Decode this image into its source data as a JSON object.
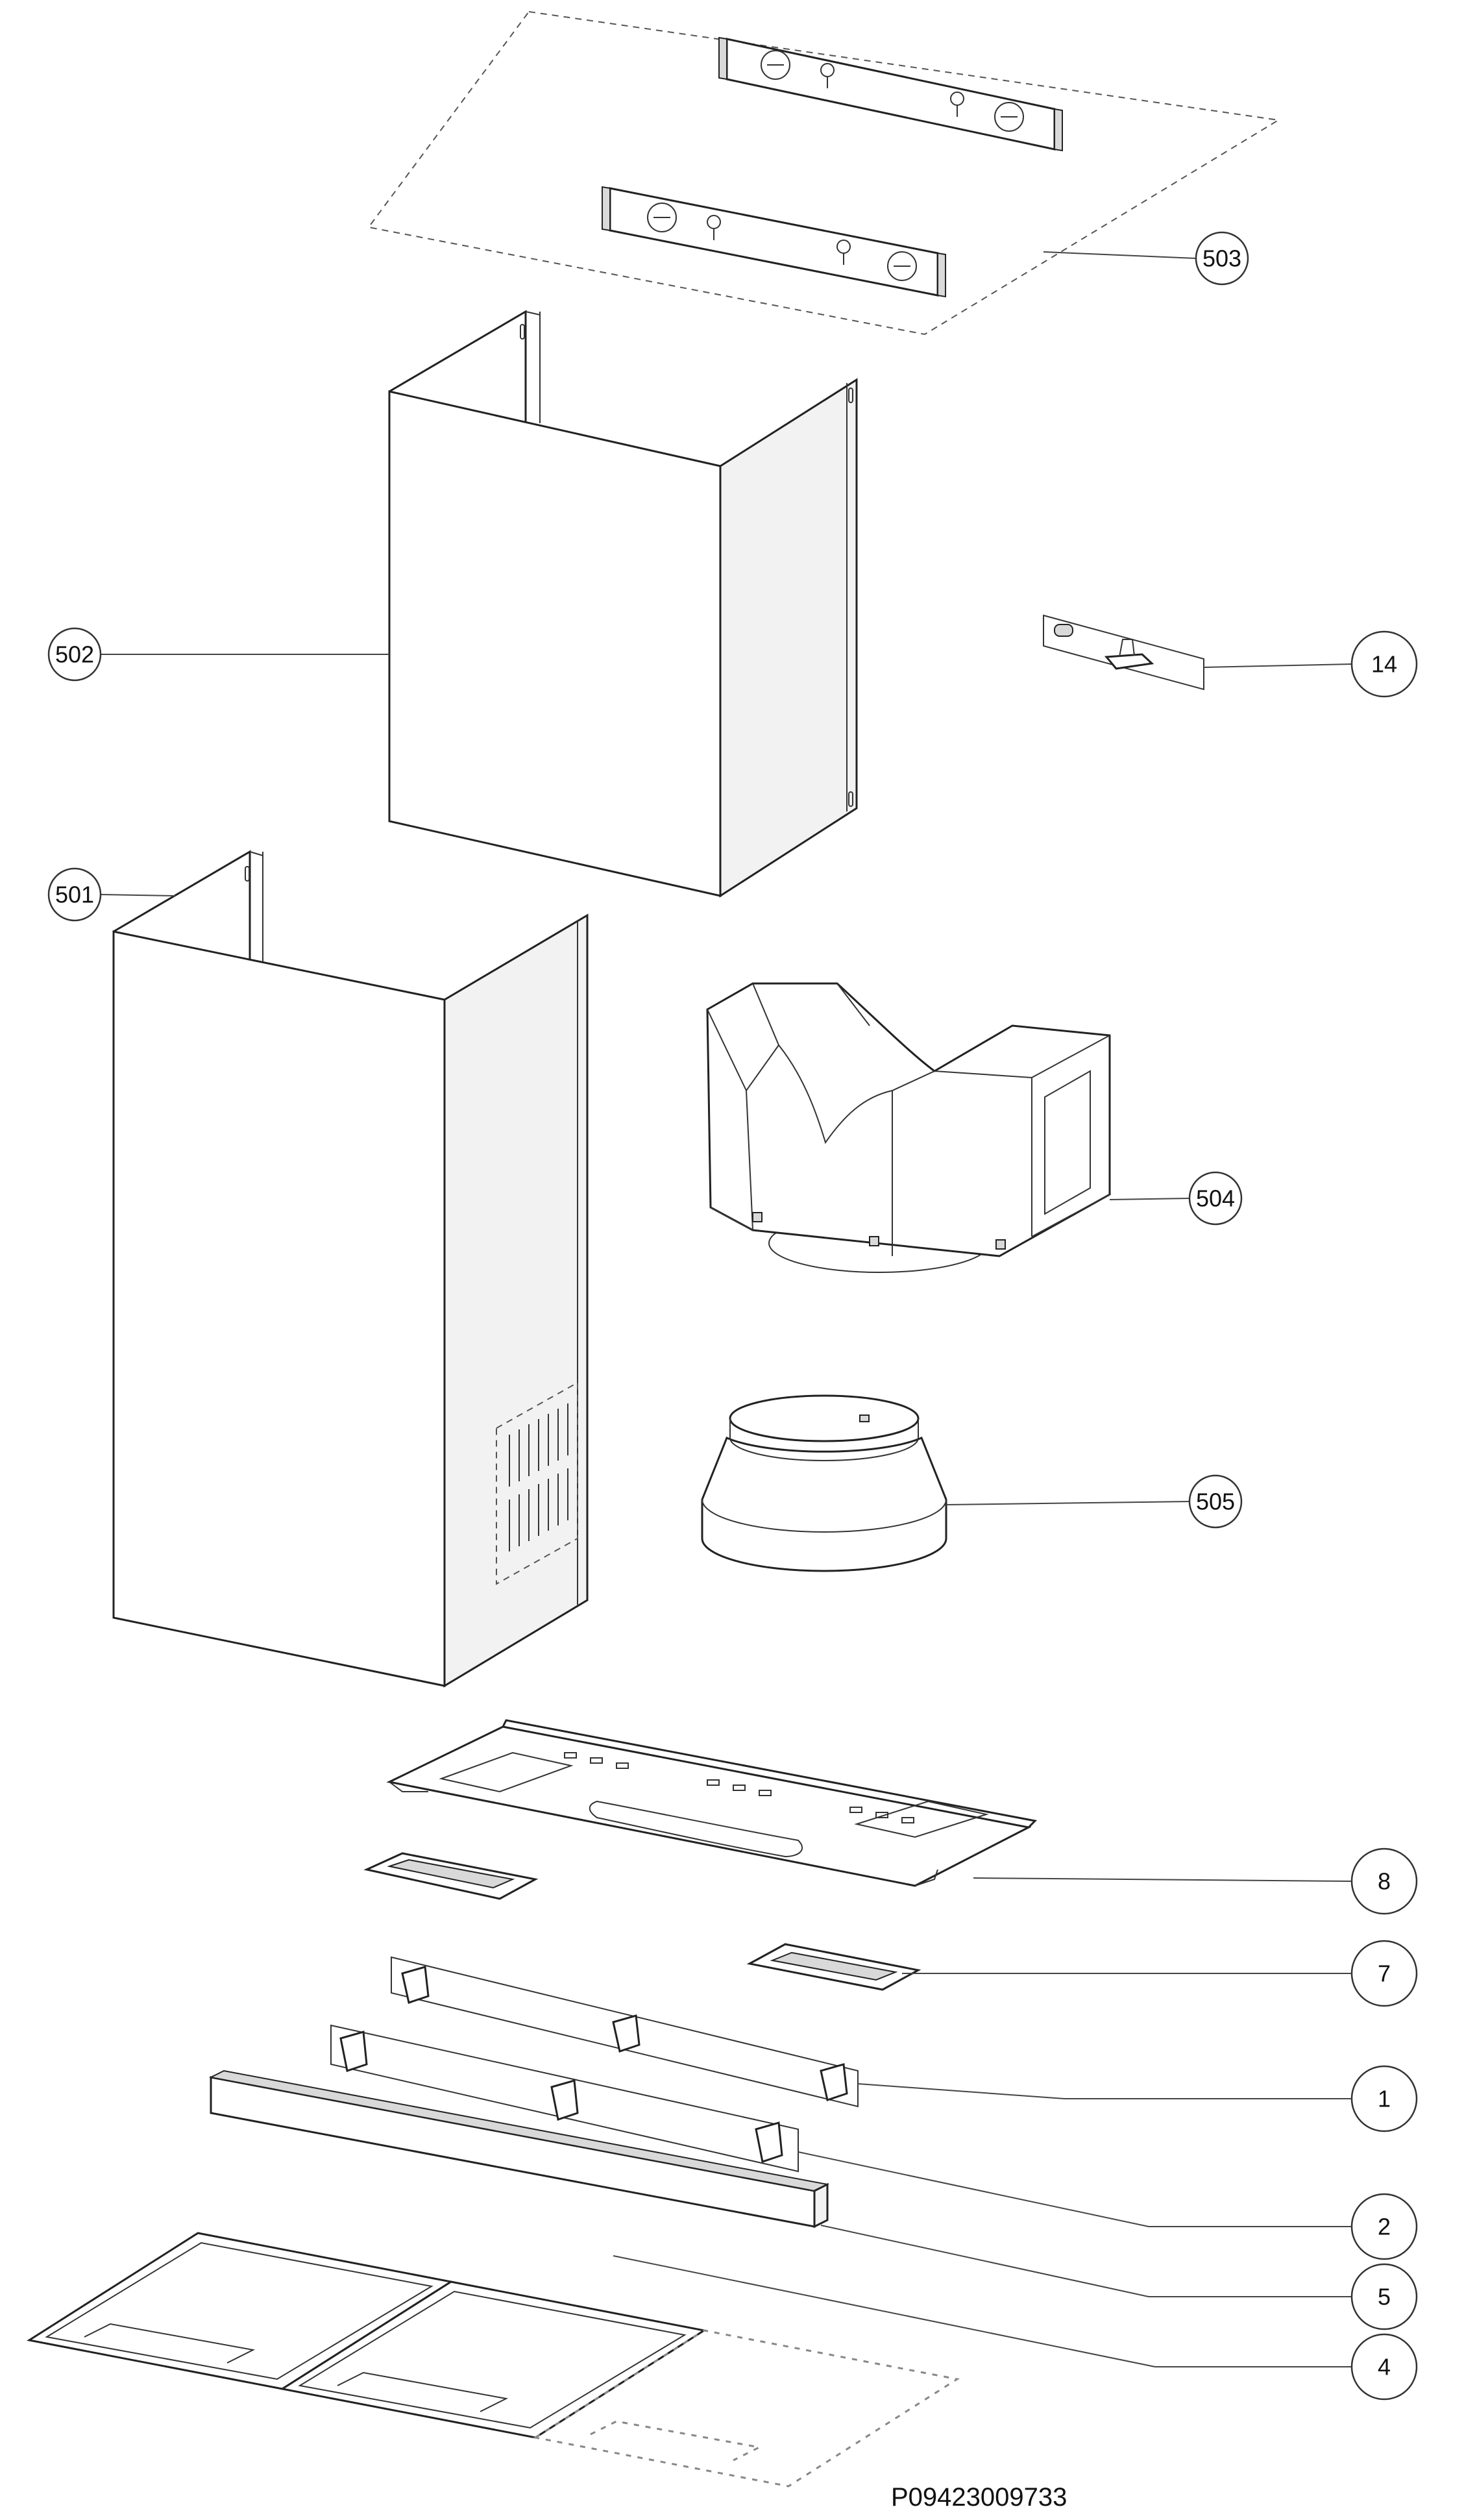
{
  "drawing_ref": "P09423009733",
  "callouts": {
    "c503": "503",
    "c502": "502",
    "c14": "14",
    "c501": "501",
    "c504": "504",
    "c505": "505",
    "c8": "8",
    "c7": "7",
    "c1": "1",
    "c2": "2",
    "c5": "5",
    "c4": "4"
  }
}
